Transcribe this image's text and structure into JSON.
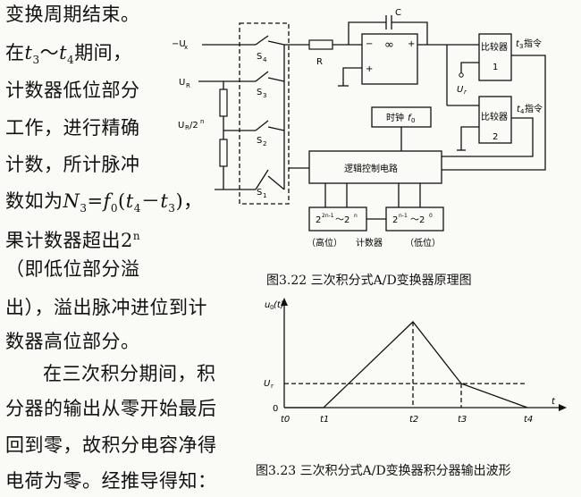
{
  "text_lines": [
    "变换周期结束。",
    "在t3～t4期间，",
    "计数器低位部分",
    "工作，进行精确",
    "计数，所计脉冲",
    "数如为N3=f0(t4－t3)，",
    "果计数器超出2n",
    "（即低位部分溢",
    "出），溢出脉冲进位到计",
    "数器高位部分。",
    "在三次积分期间，积",
    "分器的输出从零开始最后",
    "回到零，故积分电容净得",
    "电荷为零。经推导得知："
  ],
  "circuit": {
    "caption": "图3.22 三次积分式A/D变换器原理图",
    "input_ux": "－Ux",
    "input_ur": "UR",
    "input_ur_div": "UR/2n",
    "switches": [
      "S4",
      "S3",
      "S2",
      "S1"
    ],
    "resistor": "R",
    "capacitor": "C",
    "opamp_symbol": "∞",
    "opamp_minus": "−",
    "opamp_plus": "+",
    "opamp_out_sign": "+",
    "ur_ref": "Ur",
    "comparator1": {
      "name": "比较器",
      "number": "1"
    },
    "comparator2": {
      "name": "比较器",
      "number": "2"
    },
    "t3_command": "t3指令",
    "t4_command": "t4指令",
    "clock": "时钟f0",
    "logic": "逻辑控制电路",
    "counter_high": "2^(2n-1)～2^n",
    "counter_low": "2^(n-1)～2^0",
    "high_label": "（高位）",
    "counter_label": "计数器",
    "low_label": "（低位）"
  },
  "waveform": {
    "caption": "图3.23 三次积分式A/D变换器积分器输出波形",
    "ylabel": "u0(t)",
    "xlabel": "t",
    "origin": "0",
    "level_label": "Ur",
    "ticks": [
      "t0",
      "t1",
      "t2",
      "t3",
      "t4"
    ]
  },
  "chart_data": {
    "type": "line",
    "title": "图3.23 三次积分式A/D变换器积分器输出波形",
    "xlabel": "t",
    "ylabel": "u0(t)",
    "x": [
      "t0",
      "t1",
      "t2",
      "t3",
      "t4"
    ],
    "series": [
      {
        "values": [
          0,
          0,
          1.0,
          0.28,
          0
        ]
      }
    ],
    "reference_level": {
      "label": "Ur",
      "value": 0.28
    }
  }
}
